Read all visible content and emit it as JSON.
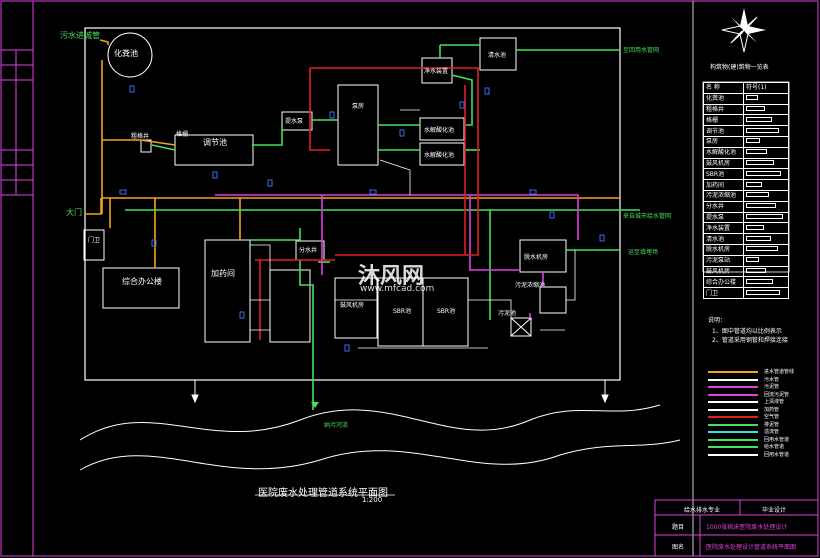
{
  "colors": {
    "background": "#000000",
    "sewage_pipe": "#f2a31b",
    "reclaimed_pipe": "#46e05a",
    "sludge_pipe": "#e040e0",
    "air_pipe": "#e02020",
    "dosing_pipe": "#ffffff",
    "frame": "#ffffff",
    "title_block": "#e040e0"
  },
  "inlet": {
    "label": "污水进城管"
  },
  "gate_label": "大门",
  "buildings": {
    "septic_tank": "化粪池",
    "bar_screen_well": "粗格井",
    "screen": "格栅",
    "regulating_tank": "调节池",
    "lift_pump": "提水泵",
    "pump_room": "泵房",
    "water_purifier": "净水装置",
    "clear_water_tank": "清水池",
    "hydrolysis_tank_1": "水解酸化池",
    "hydrolysis_tank_2": "水解酸化池",
    "guard": "门卫",
    "office": "综合办公楼",
    "dosing_room": "加药间",
    "distribution_well": "分水井",
    "blower_room": "鼓风机房",
    "sbr_1": "SBR池",
    "sbr_2": "SBR池",
    "dewatering_room": "脱水机房",
    "sludge_thickener": "污泥浓缩池",
    "sludge_tank": "污泥池"
  },
  "annotations": {
    "to_reuse": "至回用水管网",
    "from_city_water": "来自城市给水管网",
    "to_landfill": "运至填埋场",
    "river": "纳污河流"
  },
  "watermark": {
    "brand": "沐风网",
    "url": "www.mfcad.com"
  },
  "legend_table": {
    "title": "构筑物(建)筑物一览表",
    "header": [
      "名 称",
      "符号(1)"
    ],
    "rows": [
      "化粪池",
      "粗格井",
      "格栅",
      "调节池",
      "泵房",
      "水解酸化池",
      "鼓风机房",
      "SBR池",
      "加药间",
      "污泥浓缩池",
      "分水井",
      "提水泵",
      "净水装置",
      "清水池",
      "脱水机房",
      "污泥泵站",
      "鼓风机房",
      "综合办公楼",
      "门卫"
    ]
  },
  "notes": {
    "heading": "说明：",
    "items": [
      "1、图中管道均以比例表示",
      "2、管道采用钢管和焊接连接"
    ]
  },
  "pipe_legend": [
    {
      "label": "进水管道管线",
      "color": "#f2a31b"
    },
    {
      "label": "污水管",
      "color": "#ffffff"
    },
    {
      "label": "污泥管",
      "color": "#e040e0"
    },
    {
      "label": "回流污泥管",
      "color": "#e040e0"
    },
    {
      "label": "上清液管",
      "color": "#ffffff"
    },
    {
      "label": "加药管",
      "color": "#ffffff"
    },
    {
      "label": "空气管",
      "color": "#e02020"
    },
    {
      "label": "排泥管",
      "color": "#46e05a"
    },
    {
      "label": "溢流管",
      "color": "#36e0e0"
    },
    {
      "label": "回用水管道",
      "color": "#46e05a"
    },
    {
      "label": "给水管道",
      "color": "#46e05a"
    },
    {
      "label": "回用水管道",
      "color": "#ffffff"
    }
  ],
  "drawing_title": "医院废水处理管道系统平面图",
  "drawing_scale": "1:200",
  "title_block": {
    "major": "给水排水专业",
    "project_type": "毕业设计",
    "item_label": "题目",
    "item_value": "1000张病床医院废水处理设计",
    "drawing_label": "图名",
    "drawing_value": "医院废水处理设计管道系统平面图"
  }
}
